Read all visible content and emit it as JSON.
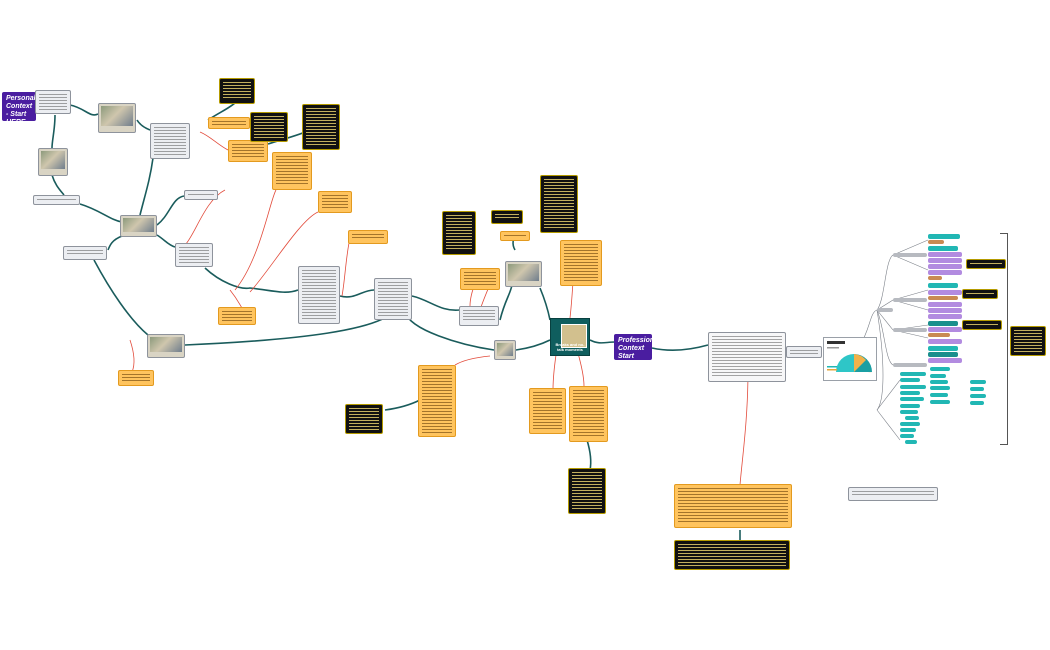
{
  "titles": {
    "personal": "Personal Context - Start HERE",
    "professional": "Professional Context Start Here",
    "hub": "Breaks and no-talk moments"
  },
  "colors": {
    "connector": "#1a5c5c",
    "link": "#e24b3b",
    "title_bg": "#4a1da0",
    "hub_bg": "#0f5e5e",
    "orange_card": "#ffc45e",
    "black_card": "#111111",
    "gray_card": "#eceef2",
    "teal_node": "#21b7b4",
    "violet_node": "#b28be0"
  },
  "icons": [
    "photo-thumbnail",
    "pie-chart-thumbnail"
  ]
}
